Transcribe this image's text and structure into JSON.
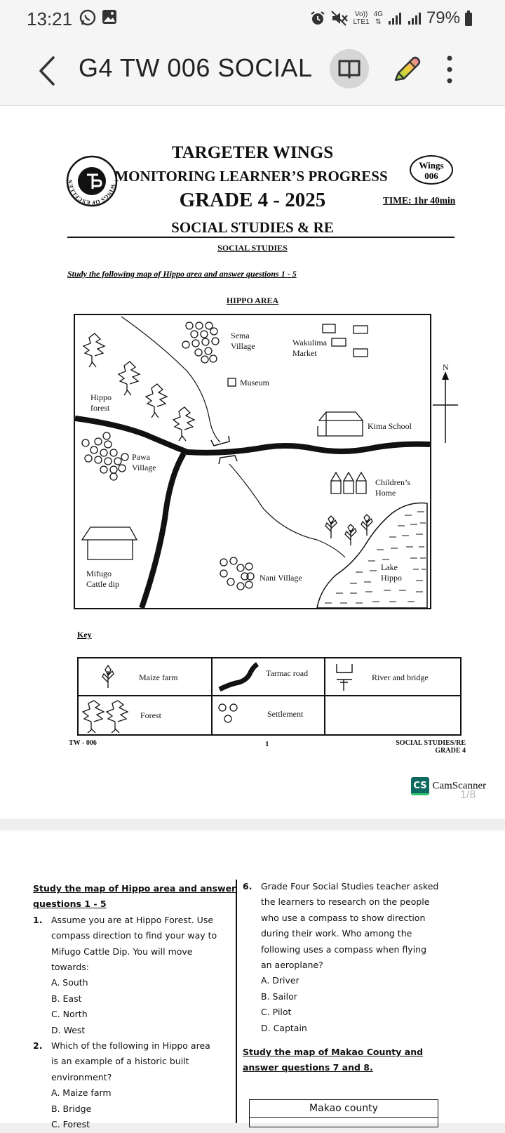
{
  "status": {
    "time": "13:21",
    "net_top": "Vo))",
    "net_bottom": "LTE1",
    "gen": "4G",
    "battery": "79%"
  },
  "appbar": {
    "title": "G4 TW 006 SOCIAL"
  },
  "doc": {
    "org": "TARGETER WINGS",
    "subtitle": "MONITORING LEARNER’S PROGRESS",
    "grade": "GRADE 4 -  2025",
    "time": "TIME: 1hr 40min",
    "subject": "SOCIAL STUDIES & RE",
    "section": "SOCIAL STUDIES",
    "instruction": "Study the following map of Hippo area and answer questions 1 - 5",
    "badge_line1": "Wings",
    "badge_line2": "006",
    "logo_text": "WINGS OF EXCELLENCE"
  },
  "map": {
    "title": "HIPPO AREA",
    "labels": {
      "sema1": "Sema",
      "sema2": "Village",
      "wak1": "Wakulima",
      "wak2": "Market",
      "museum": "Museum",
      "hippo1": "Hippo",
      "hippo2": "forest",
      "kima": "Kima School",
      "pawa1": "Pawa",
      "pawa2": "Village",
      "child1": "Children’s",
      "child2": "Home",
      "lake1": "Lake",
      "lake2": "Hippo",
      "mifugo1": "Mifugo",
      "mifugo2": "Cattle dip",
      "nani": "Nani Village",
      "north": "N"
    }
  },
  "key": {
    "title": "Key",
    "maize": "Maize farm",
    "tarmac": "Tarmac road",
    "river": "River and bridge",
    "forest": "Forest",
    "settlement": "Settlement"
  },
  "footer": {
    "left": "TW - 006",
    "center": "1",
    "right1": "SOCIAL STUDIES/RE",
    "right2": "GRADE 4"
  },
  "camscanner": {
    "label": "CamScanner",
    "badge": "CS",
    "page": "1/8"
  },
  "page2": {
    "left": {
      "instr1": "Study the map of  Hippo area and answer",
      "instr2": "questions 1 - 5",
      "q1": {
        "num": "1.",
        "lines": [
          "Assume you are at Hippo Forest. Use",
          "compass direction to find your way to",
          "Mifugo Cattle Dip. You will move",
          "towards:"
        ],
        "options": [
          "A. South",
          "B. East",
          "C. North",
          "D. West"
        ]
      },
      "q2": {
        "num": "2.",
        "lines": [
          "Which of the following in Hippo area",
          "is an example of a historic built",
          "environment?"
        ],
        "options": [
          "A. Maize farm",
          "B. Bridge",
          "C. Forest"
        ]
      }
    },
    "right": {
      "q6": {
        "num": "6.",
        "lines": [
          "Grade Four Social Studies teacher asked",
          "the learners to research on the people",
          "who use a compass to show direction",
          "during their work. Who among the",
          "following uses a compass when flying",
          "an aeroplane?"
        ],
        "options": [
          "A. Driver",
          "B. Sailor",
          "C. Pilot",
          "D. Captain"
        ]
      },
      "instr1": "Study the map of Makao County and",
      "instr2": "answer questions 7 and 8.",
      "box_title": "Makao county"
    }
  }
}
